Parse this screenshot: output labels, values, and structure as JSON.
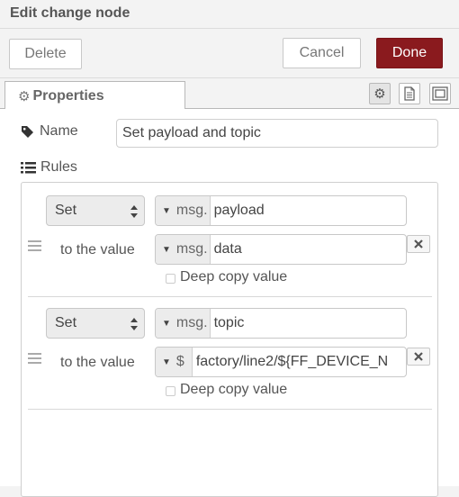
{
  "tray": {
    "title": "Edit change node",
    "delete_label": "Delete",
    "cancel_label": "Cancel",
    "done_label": "Done"
  },
  "tabs": {
    "properties_label": "Properties"
  },
  "form": {
    "name_label": "Name",
    "name_value": "Set payload and topic",
    "rules_label": "Rules"
  },
  "rules": [
    {
      "action": "Set",
      "target_type": "msg.",
      "target_value": "payload",
      "to_label": "to the value",
      "value_type": "msg.",
      "value_value": "data",
      "deep_copy_label": "Deep copy value"
    },
    {
      "action": "Set",
      "target_type": "msg.",
      "target_value": "topic",
      "to_label": "to the value",
      "value_type": "$",
      "value_value": "factory/line2/${FF_DEVICE_N",
      "deep_copy_label": "Deep copy value"
    }
  ],
  "colors": {
    "primary": "#8a1a1e",
    "tab_bg": "#ffffff",
    "header_bg": "#f3f3f3"
  }
}
